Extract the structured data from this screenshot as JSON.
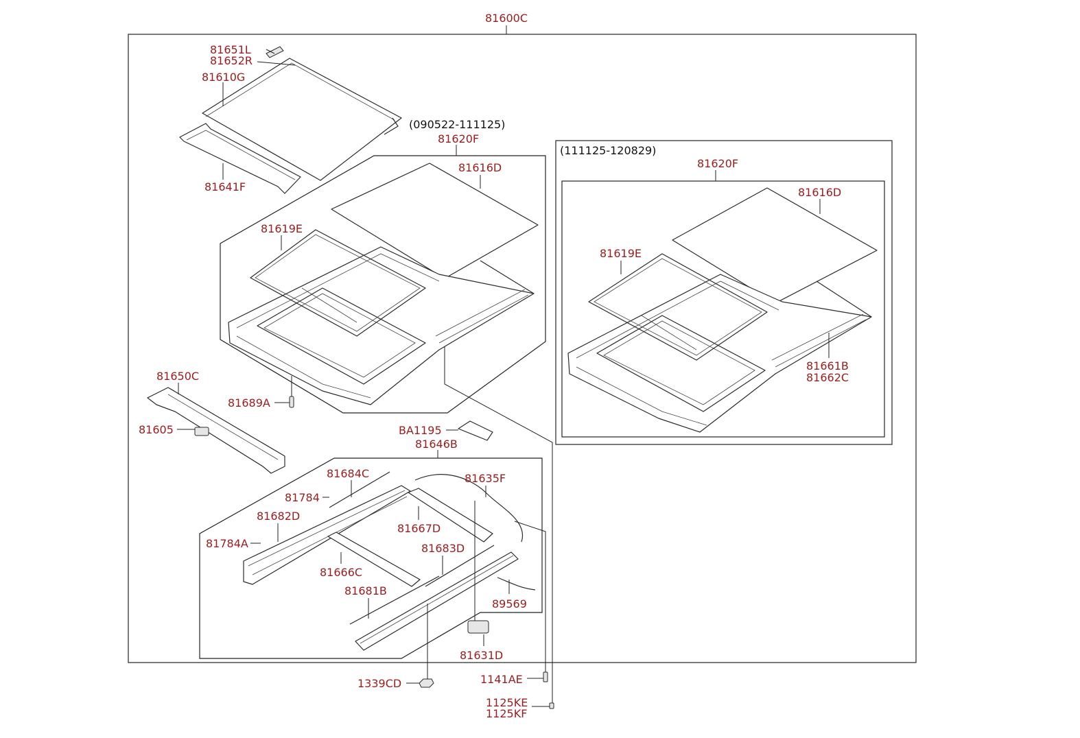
{
  "diagram": {
    "assembly_label": "81600C",
    "variant_a": {
      "note": "(090522-111125)",
      "label": "81620F"
    },
    "variant_b": {
      "note": "(111125-120829)",
      "label": "81620F"
    },
    "parts": {
      "p81651L": "81651L",
      "p81652R": "81652R",
      "p81610G": "81610G",
      "p81641F": "81641F",
      "p81616D_a": "81616D",
      "p81619E_a": "81619E",
      "p81689A": "81689A",
      "p81650C": "81650C",
      "p81605": "81605",
      "pBA1195": "BA1195",
      "p81646B": "81646B",
      "p81684C": "81684C",
      "p81635F": "81635F",
      "p81784": "81784",
      "p81682D": "81682D",
      "p81667D": "81667D",
      "p81784A": "81784A",
      "p81683D": "81683D",
      "p81666C": "81666C",
      "p81681B": "81681B",
      "p89569": "89569",
      "p81631D": "81631D",
      "p1339CD": "1339CD",
      "p1141AE": "1141AE",
      "p1125KE": "1125KE",
      "p1125KF": "1125KF",
      "p81616D_b": "81616D",
      "p81619E_b": "81619E",
      "p81661B": "81661B",
      "p81662C": "81662C"
    }
  }
}
